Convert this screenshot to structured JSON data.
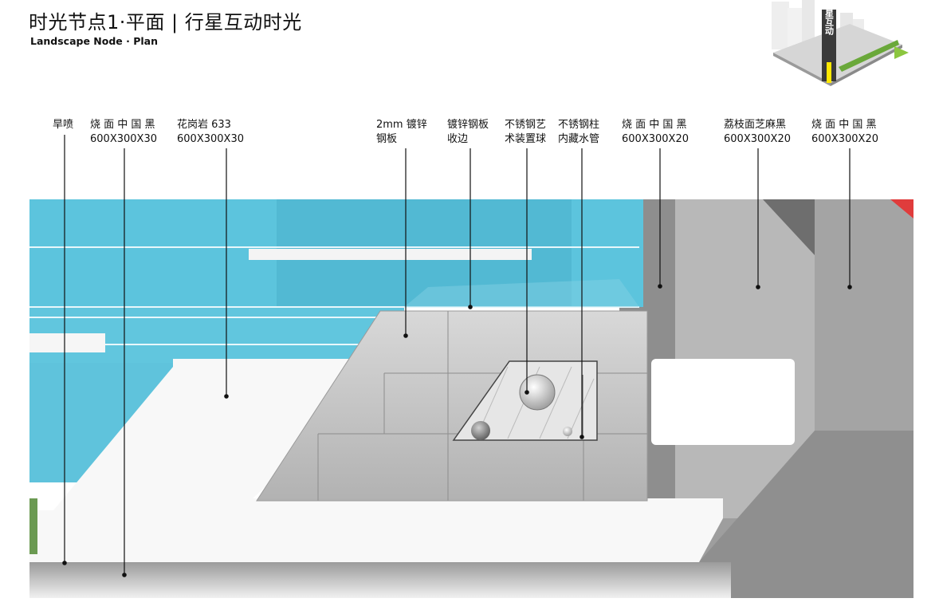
{
  "header": {
    "title_cn": "时光节点1·平面 | 行星互动时光",
    "title_en": "Landscape Node · Plan",
    "thumb_label": "行星互动"
  },
  "colors": {
    "water": "#5cc4dd",
    "water_dark": "#3aa6c6",
    "steel": "#c9c9c9",
    "granite": "#a3a3a3",
    "accent_green": "#6aa83a",
    "accent_red": "#e03c3c"
  },
  "labels": [
    {
      "id": "dry-fountain",
      "lines": [
        "旱喷"
      ]
    },
    {
      "id": "burnt-black-1",
      "lines": [
        "烧 面 中 国 黑",
        "600X300X30"
      ]
    },
    {
      "id": "granite-633",
      "lines": [
        "花岗岩 633",
        "600X300X30"
      ]
    },
    {
      "id": "galv-plate",
      "lines": [
        "2mm 镀锌",
        "钢板"
      ]
    },
    {
      "id": "galv-edge",
      "lines": [
        "镀锌钢板",
        "收边"
      ]
    },
    {
      "id": "steel-sphere",
      "lines": [
        "不锈钢艺",
        "术装置球"
      ]
    },
    {
      "id": "steel-column",
      "lines": [
        "不锈钢柱",
        "内藏水管"
      ]
    },
    {
      "id": "burnt-black-2",
      "lines": [
        "烧 面 中 国 黑",
        "600X300X20"
      ]
    },
    {
      "id": "sesame-black",
      "lines": [
        "荔枝面芝麻黑",
        "600X300X20"
      ]
    },
    {
      "id": "burnt-black-3",
      "lines": [
        "烧 面 中 国 黑",
        "600X300X20"
      ]
    }
  ]
}
